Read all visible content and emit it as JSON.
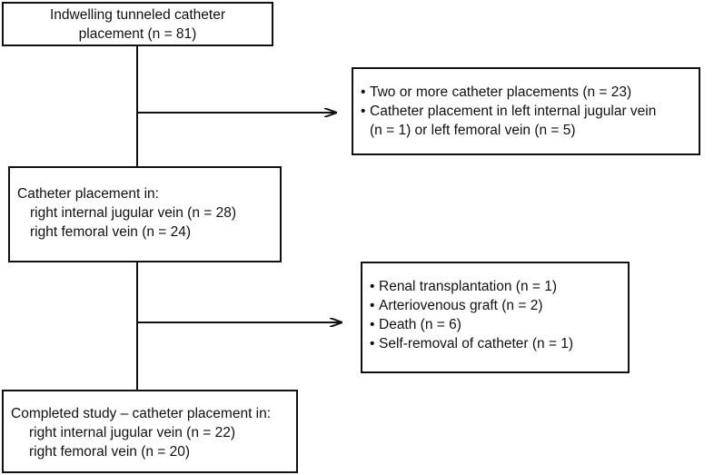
{
  "box_top": {
    "lines": [
      "Indwelling tunneled catheter",
      "placement (n = 81)"
    ]
  },
  "box_exclude1": {
    "bullet": "•",
    "items": [
      "Two or more catheter placements (n = 23)",
      "Catheter placement in left internal jugular vein",
      "(n = 1) or left femoral vein (n = 5)"
    ]
  },
  "box_mid": {
    "heading": "Catheter placement in:",
    "items": [
      "right internal jugular vein (n = 28)",
      "right femoral vein (n = 24)"
    ]
  },
  "box_exclude2": {
    "bullet": "•",
    "items": [
      "Renal transplantation (n = 1)",
      "Arteriovenous graft (n = 2)",
      "Death (n = 6)",
      "Self-removal of catheter (n = 1)"
    ]
  },
  "box_bottom": {
    "heading": "Completed study – catheter placement in:",
    "items": [
      "right internal jugular vein (n = 22)",
      "right femoral vein (n = 20)"
    ]
  }
}
